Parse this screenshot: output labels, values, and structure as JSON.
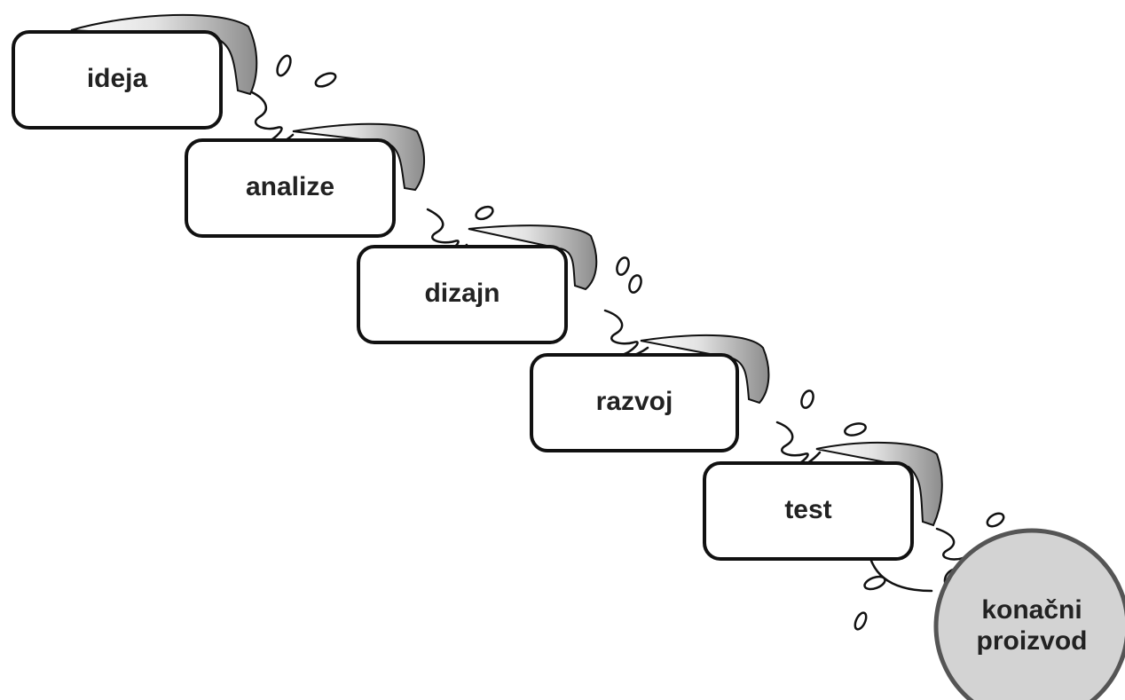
{
  "stages": [
    {
      "label": "ideja"
    },
    {
      "label": "analize"
    },
    {
      "label": "dizajn"
    },
    {
      "label": "razvoj"
    },
    {
      "label": "test"
    }
  ],
  "final": {
    "line1": "konačni",
    "line2": "proizvod"
  },
  "colors": {
    "box_fill": "#ffffff",
    "outline": "#111111",
    "final_fill": "#d3d3d3",
    "final_stroke": "#555555",
    "waterfall_shade": "#9a9a9a"
  }
}
